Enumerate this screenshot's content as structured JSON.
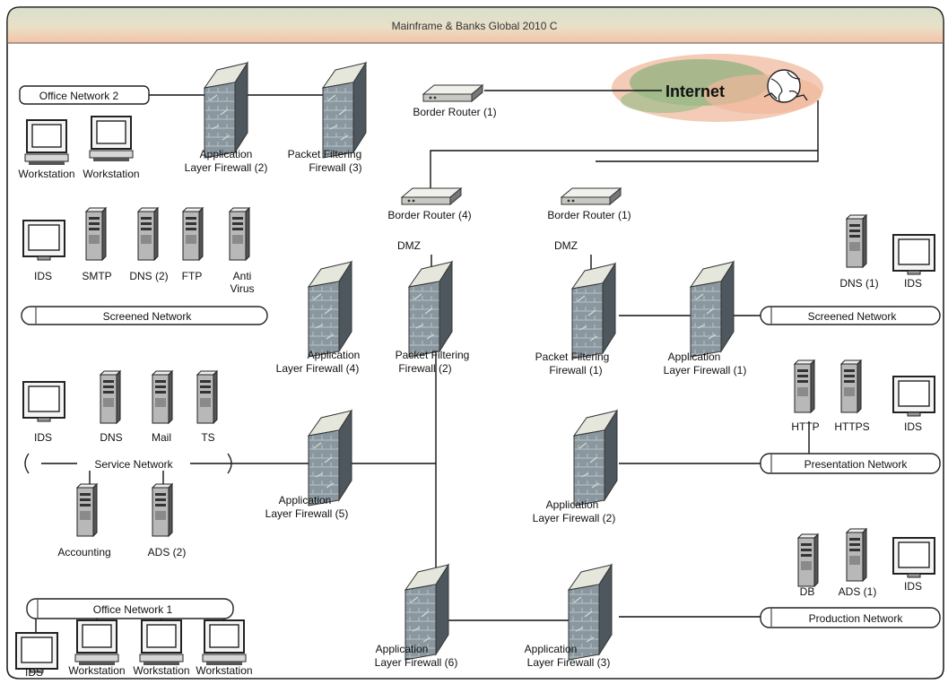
{
  "title": "Mainframe & Banks Global 2010 C",
  "internet_label": "Internet",
  "routers": {
    "border_router_top": "Border Router (1)",
    "border_router_left": "Border Router (4)",
    "border_router_right": "Border Router (1)"
  },
  "dmz_left": "DMZ",
  "dmz_right": "DMZ",
  "firewalls": {
    "alf_office2": [
      "Application",
      "Layer Firewall (2)"
    ],
    "pff_office2": [
      "Packet Filtering",
      "Firewall (3)"
    ],
    "alf_left_dmz": [
      "Application",
      "Layer Firewall (4)"
    ],
    "pff_left_dmz": [
      "Packet Filtering",
      "Firewall (2)"
    ],
    "pff_right_dmz": [
      "Packet Filtering",
      "Firewall (1)"
    ],
    "alf_right_dmz": [
      "Application",
      "Layer Firewall (1)"
    ],
    "alf_service": [
      "Application",
      "Layer Firewall (5)"
    ],
    "alf_presentation": [
      "Application",
      "Layer Firewall (2)"
    ],
    "alf_bottom_left": [
      "Application",
      "Layer Firewall (6)"
    ],
    "alf_bottom_right": [
      "Application",
      "Layer Firewall (3)"
    ]
  },
  "networks": {
    "office2": "Office Network 2",
    "screened_left": "Screened Network",
    "service": "Service Network",
    "office1": "Office Network 1",
    "screened_right": "Screened Network",
    "presentation": "Presentation Network",
    "production": "Production Network"
  },
  "devices": {
    "office2_ws1": "Workstation",
    "office2_ws2": "Workstation",
    "ids_screened_left": "IDS",
    "smtp": "SMTP",
    "dns2": "DNS (2)",
    "ftp": "FTP",
    "anti_virus": [
      "Anti",
      "Virus"
    ],
    "ids_service": "IDS",
    "dns_service": "DNS",
    "mail": "Mail",
    "ts": "TS",
    "accounting": "Accounting",
    "ads2": "ADS (2)",
    "ids_office1": "IDS",
    "office1_ws1": "Workstation",
    "office1_ws2": "Workstation",
    "office1_ws3": "Workstation",
    "dns1": "DNS (1)",
    "ids_screened_right": "IDS",
    "http": "HTTP",
    "https": "HTTPS",
    "ids_presentation": "IDS",
    "db": "DB",
    "ads1": "ADS (1)",
    "ids_production": "IDS"
  },
  "colors": {
    "frame": "#222222",
    "title_band_top": "#d7ddca",
    "title_band_bottom": "#f4c2a8",
    "cloud_green": "#8fae7a",
    "cloud_orange": "#e69a7a",
    "firewall_face": "#8c9aa2",
    "firewall_cap": "#e4e6dc",
    "server_body": "#b9b9b9"
  }
}
